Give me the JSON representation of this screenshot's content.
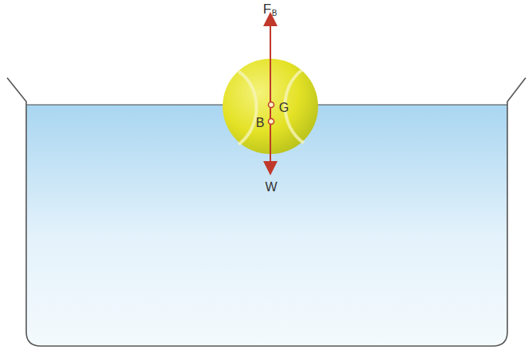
{
  "diagram": {
    "labels": [
      "F",
      "B",
      "G",
      "B",
      "W"
    ]
  }
}
